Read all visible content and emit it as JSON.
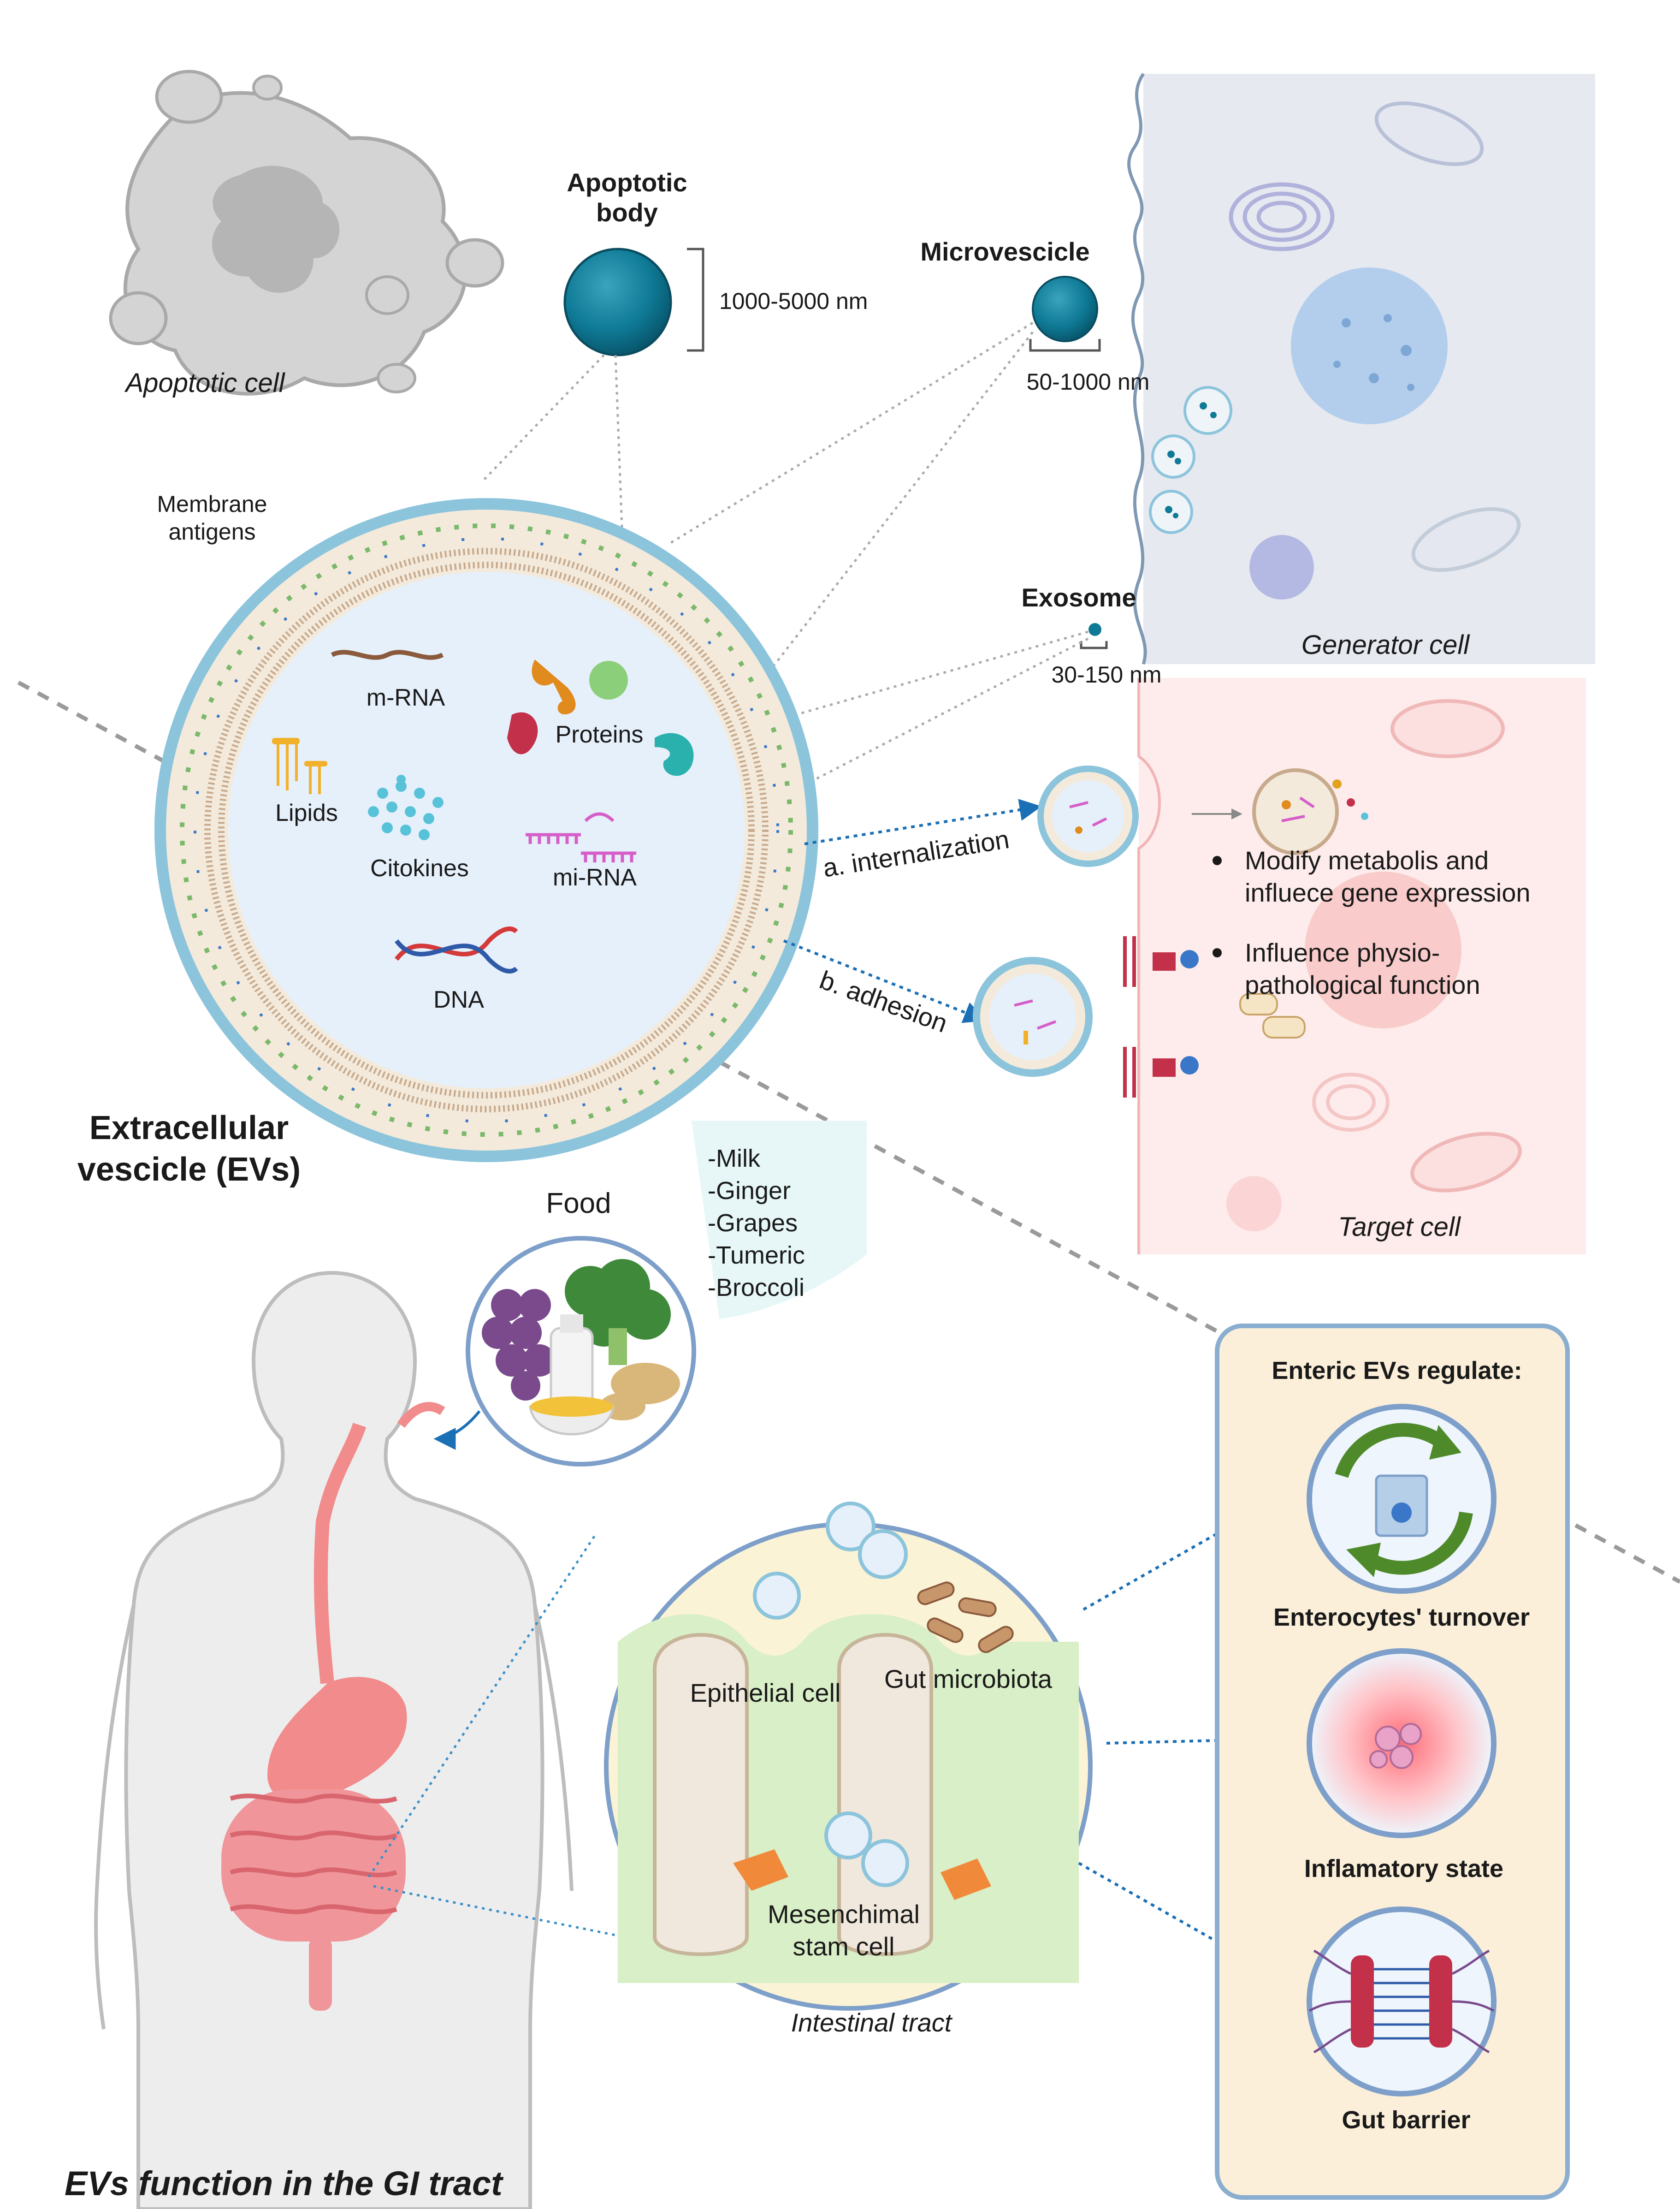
{
  "top": {
    "apoptotic_cell_label": "Apoptotic cell",
    "apoptotic_body_title_line1": "Apoptotic",
    "apoptotic_body_title_line2": "body",
    "apoptotic_body_size": "1000-5000 nm",
    "microvesicle_title": "Microvescicle",
    "microvesicle_size": "50-1000 nm",
    "exosome_title": "Exosome",
    "exosome_size": "30-150 nm",
    "generator_cell_label": "Generator cell",
    "target_cell_label": "Target cell"
  },
  "ev": {
    "membrane_antigens_line1": "Membrane",
    "membrane_antigens_line2": "antigens",
    "mrna": "m-RNA",
    "proteins": "Proteins",
    "lipids": "Lipids",
    "citokines": "Citokines",
    "mirna": "mi-RNA",
    "dna": "DNA",
    "title_line1": "Extracellular",
    "title_line2": "vescicle (EVs)"
  },
  "uptake": {
    "internalization": "a. internalization",
    "adhesion": "b. adhesion",
    "effect1_line1": "Modify metabolis and",
    "effect1_line2": "influece gene expression",
    "effect2_line1": "Influence physio-",
    "effect2_line2": "pathological function"
  },
  "food": {
    "title": "Food",
    "items": [
      "-Milk",
      "-Ginger",
      "-Grapes",
      "-Tumeric",
      "-Broccoli"
    ]
  },
  "intestine": {
    "epithelial": "Epithelial cell",
    "microbiota": "Gut microbiota",
    "mesenchimal_line1": "Mesenchimal",
    "mesenchimal_line2": "stam cell",
    "tract_label": "Intestinal tract"
  },
  "enteric": {
    "title": "Enteric EVs regulate:",
    "item1": "Enterocytes' turnover",
    "item2": "Inflamatory state",
    "item3": "Gut barrier"
  },
  "footer": {
    "title": "EVs function in the GI tract"
  },
  "colors": {
    "ev_blue": "#0f7a96",
    "membrane_ring": "#8cc4dc",
    "lumen": "#e6f0fb",
    "generator_bg": "#e6e9ef",
    "target_bg": "#fdeceb",
    "panel_bg": "#fbefd9",
    "panel_border": "#8aaed0"
  }
}
